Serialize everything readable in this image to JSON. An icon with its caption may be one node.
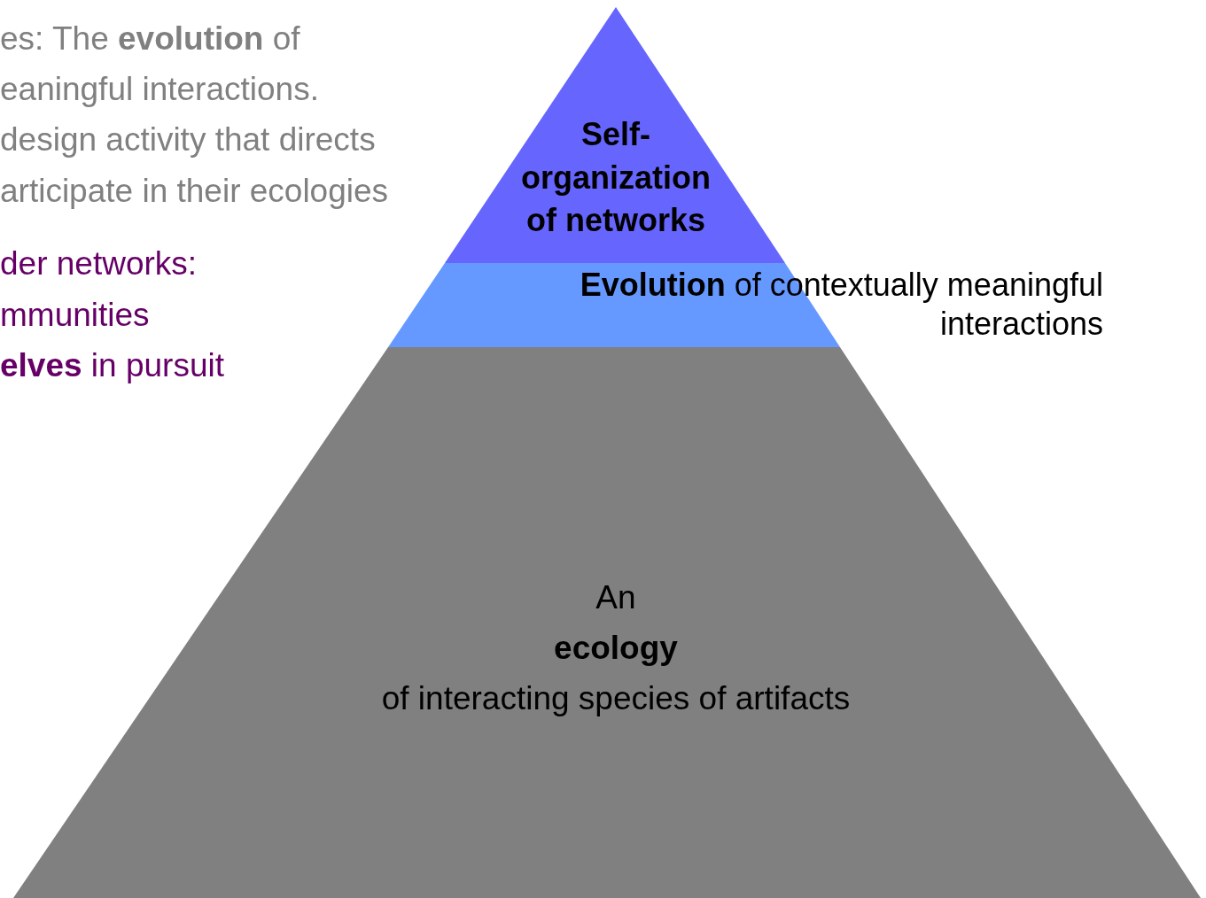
{
  "diagram": {
    "nodes": [
      {
        "text": [
          "Self-organization of networks"
        ]
      },
      {
        "text": [
          "**Evolution** of contextually meaningful interactions"
        ]
      },
      {
        "text": [
          "An",
          "ecology",
          "of interacting species of artifacts"
        ]
      }
    ],
    "labels": [
      "es: The **evolution** of",
      "eaningful interactions.",
      "design activity that directs",
      "articipate in their ecologies",
      "der networks:",
      "mmunities",
      "**elves** in pursuit"
    ]
  }
}
